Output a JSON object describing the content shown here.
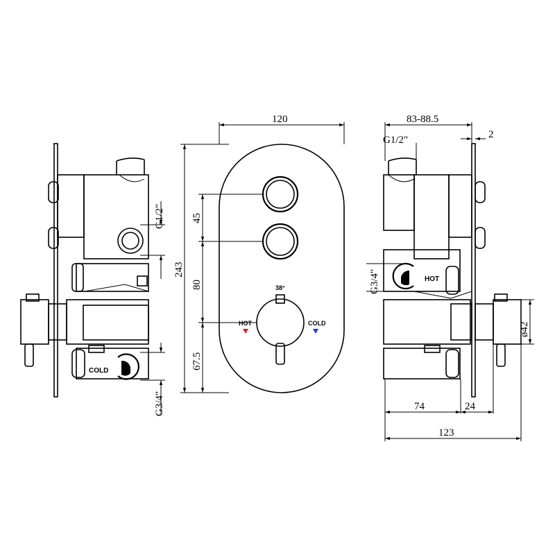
{
  "dimensions": {
    "width_plate": "120",
    "height_plate": "243",
    "spacing_top": "45",
    "spacing_middle": "80",
    "spacing_bottom": "67.5",
    "depth_range": "83-88.5",
    "plate_thickness": "2",
    "depth_body": "74",
    "depth_handle": "24",
    "depth_total": "123",
    "handle_diameter": "ø42"
  },
  "thread_labels": {
    "outlet_top_left": "G1/2\"",
    "inlet_bottom_left": "G3/4\"",
    "outlet_top_right": "G1/2\"",
    "inlet_right": "G3/4\""
  },
  "markings": {
    "temperature": "38°",
    "hot_front": "HOT",
    "cold_front": "COLD",
    "hot_side": "HOT",
    "cold_side": "COLD"
  },
  "colors": {
    "hot_marker": "#e02020",
    "cold_marker": "#1a3fd0"
  }
}
